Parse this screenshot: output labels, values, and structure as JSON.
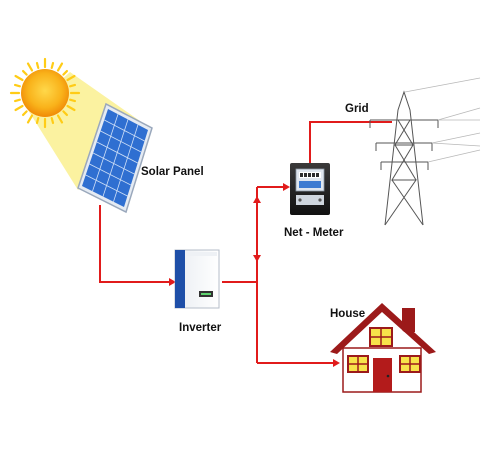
{
  "diagram": {
    "labels": {
      "solar_panel": "Solar Panel",
      "inverter": "Inverter",
      "net_meter": "Net - Meter",
      "grid": "Grid",
      "house": "House"
    },
    "colors": {
      "wire": "#e11b1b",
      "sun_core": "#f5a40a",
      "sun_ray": "#ffd01a",
      "beam": "#fbf2a0",
      "panel_cell": "#2f6fd1",
      "panel_frame": "#c9d3e3",
      "house_roof": "#9c1a1a",
      "house_door": "#b31b1b",
      "window": "#f7e34a",
      "tower": "#555555"
    },
    "icons": [
      "sun-icon",
      "solar-panel-icon",
      "inverter-icon",
      "net-meter-icon",
      "grid-tower-icon",
      "house-icon"
    ]
  }
}
